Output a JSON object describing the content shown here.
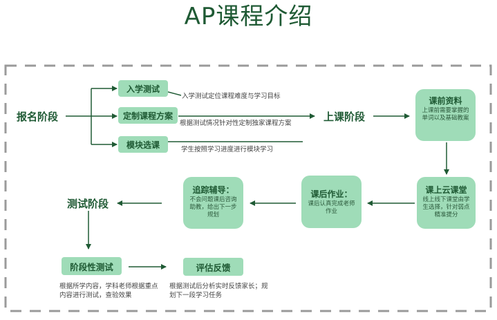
{
  "title": "AP课程介绍",
  "stages": {
    "signup": "报名阶段",
    "class": "上课阶段",
    "test": "测试阶段"
  },
  "pills": [
    {
      "label": "入学测试",
      "note": "入学测试定位课程难度与学习目标"
    },
    {
      "label": "定制课程方案",
      "note": "根据测试情况针对性定制独家课程方案"
    },
    {
      "label": "模块选课",
      "note": "学生按照学习进度进行模块学习"
    }
  ],
  "cards": {
    "prep": {
      "title": "课前资料",
      "desc": "上课前需要掌握的单词以及基础教案"
    },
    "cloud": {
      "title": "课上云课堂",
      "desc": "线上线下课堂由学生选择，针对弱点精准提分"
    },
    "homework": {
      "title": "课后作业：",
      "desc": "课后认真完成老师作业"
    },
    "tutor": {
      "title": "追踪辅导：",
      "desc": "不会问题课后咨询助教，给出下一步规划"
    }
  },
  "test_steps": {
    "stage_test": {
      "label": "阶段性测试",
      "note": "根据所学内容，学科老师根据重点内容进行测试，查验效果"
    },
    "feedback": {
      "label": "评估反馈",
      "note": "根据测试后分析实时反馈家长；规划下一段学习任务"
    }
  },
  "colors": {
    "accent": "#1f5a34",
    "box_fill": "#9fdcb8",
    "dash": "#9a9a9a"
  }
}
